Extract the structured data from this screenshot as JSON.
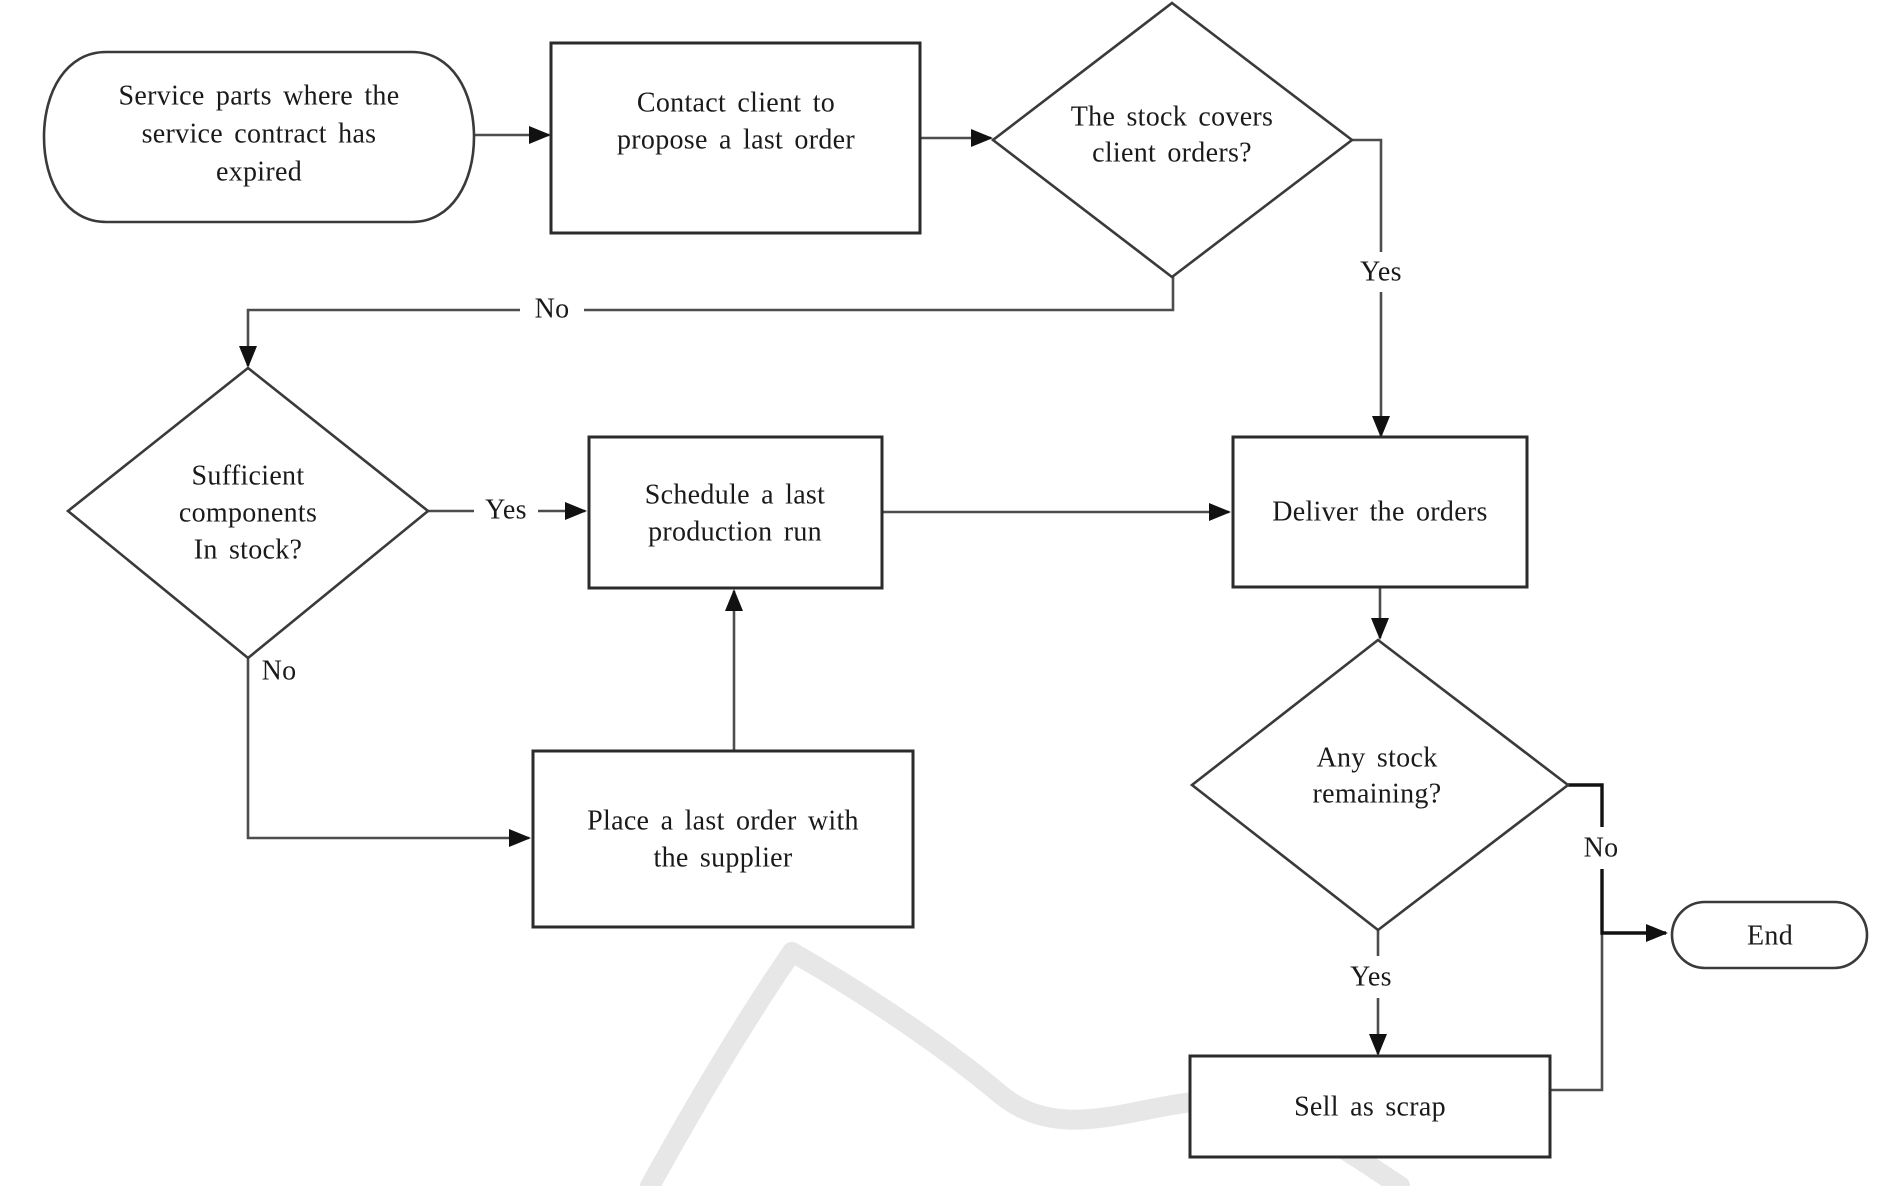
{
  "diagram": {
    "type": "flowchart",
    "nodes": {
      "start": {
        "shape": "terminator",
        "lines": [
          "Service parts where the",
          "service contract has",
          "expired"
        ]
      },
      "contact_client": {
        "shape": "process",
        "lines": [
          "Contact client to",
          "propose a last order"
        ]
      },
      "stock_covers": {
        "shape": "decision",
        "lines": [
          "The stock covers",
          "client orders?"
        ]
      },
      "sufficient_components": {
        "shape": "decision",
        "lines": [
          "Sufficient",
          "components",
          "In stock?"
        ]
      },
      "schedule_run": {
        "shape": "process",
        "lines": [
          "Schedule a last",
          "production run"
        ]
      },
      "deliver_orders": {
        "shape": "process",
        "lines": [
          "Deliver the orders"
        ]
      },
      "place_order": {
        "shape": "process",
        "lines": [
          "Place a last order with",
          "the supplier"
        ]
      },
      "any_stock": {
        "shape": "decision",
        "lines": [
          "Any stock",
          "remaining?"
        ]
      },
      "sell_scrap": {
        "shape": "process",
        "lines": [
          "Sell as scrap"
        ]
      },
      "end": {
        "shape": "terminator",
        "lines": [
          "End"
        ]
      }
    },
    "edge_labels": {
      "stock_covers_yes": "Yes",
      "stock_covers_no": "No",
      "sufficient_yes": "Yes",
      "sufficient_no": "No",
      "any_stock_yes": "Yes",
      "any_stock_no": "No"
    },
    "colors": {
      "line": "#4d4d4d",
      "border": "#2b2b2b",
      "text": "#1a1a1a",
      "arrow": "#111111",
      "watermark": "#e7e7e7",
      "background": "#ffffff"
    }
  }
}
